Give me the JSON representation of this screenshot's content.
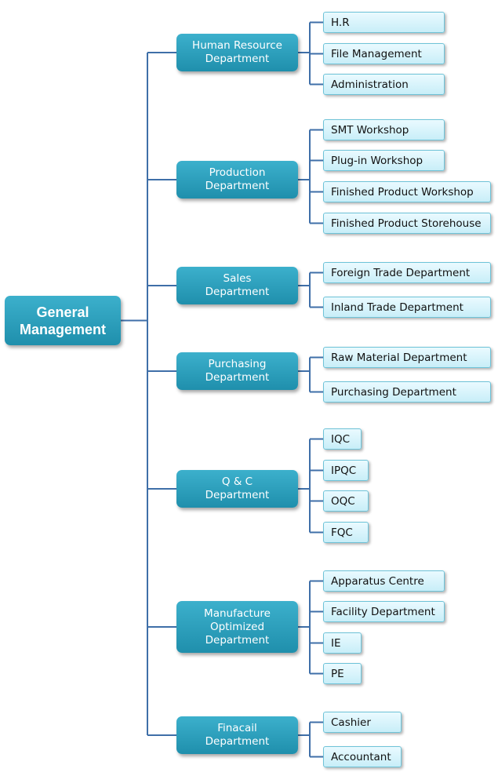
{
  "root": {
    "label": "General\nManagement"
  },
  "departments": [
    {
      "label": "Human Resource\nDepartment",
      "children": [
        "H.R",
        "File Management",
        "Administration"
      ]
    },
    {
      "label": "Production\nDepartment",
      "children": [
        "SMT Workshop",
        "Plug-in Workshop",
        "Finished Product Workshop",
        "Finished Product Storehouse"
      ]
    },
    {
      "label": "Sales\nDepartment",
      "children": [
        "Foreign Trade Department",
        "Inland Trade Department"
      ]
    },
    {
      "label": "Purchasing\nDepartment",
      "children": [
        "Raw Material Department",
        "Purchasing Department"
      ]
    },
    {
      "label": "Q & C\nDepartment",
      "children": [
        "IQC",
        "IPQC",
        "OQC",
        "FQC"
      ]
    },
    {
      "label": "Manufacture\nOptimized\nDepartment",
      "children": [
        "Apparatus Centre",
        "Facility Department",
        "IE",
        "PE"
      ]
    },
    {
      "label": "Finacail\nDepartment",
      "children": [
        "Cashier",
        "Accountant"
      ]
    }
  ],
  "colors": {
    "connector": "#3f6fa8",
    "node_top": "#3cb0cc",
    "node_bottom": "#1f8fac",
    "leaf_fill": "#d9f4fb",
    "leaf_border": "#6ec3d8"
  }
}
